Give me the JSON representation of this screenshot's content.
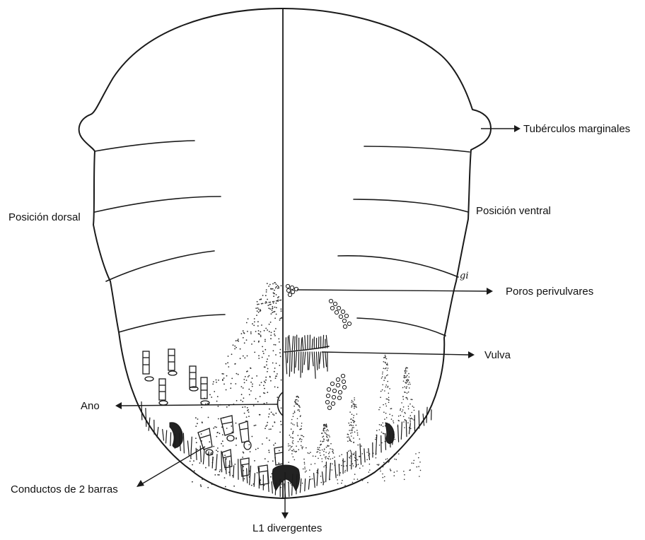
{
  "labels": {
    "tuberculos": "Tubérculos marginales",
    "dorsal": "Posición dorsal",
    "ventral": "Posición ventral",
    "poros": "Poros perivulvares",
    "vulva": "Vulva",
    "ano": "Ano",
    "conductos": "Conductos de 2 barras",
    "l1": "L1 divergentes",
    "signature": "gi"
  },
  "colors": {
    "ink": "#1a1a1a",
    "background": "#ffffff"
  }
}
